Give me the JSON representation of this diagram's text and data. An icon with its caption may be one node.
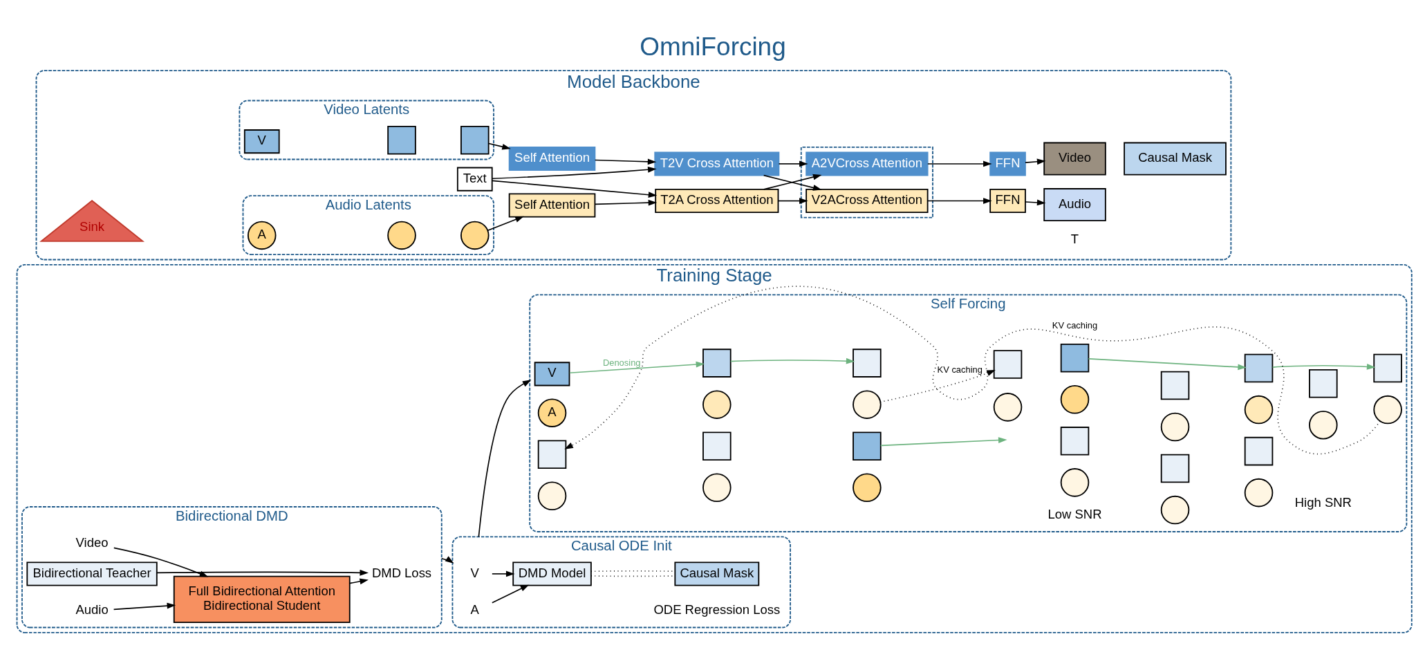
{
  "diagram": {
    "title": "OmniForcing",
    "nodes": [
      {
        "text": [
          "Model Backbone"
        ]
      },
      {
        "text": [
          "Video Latents"
        ],
        "in": 0
      },
      {
        "text": [
          "V"
        ],
        "in": 1
      },
      {
        "text": [],
        "shape": "box",
        "in": 1
      },
      {
        "text": [],
        "shape": "box",
        "in": 1
      },
      {
        "text": [
          "Text"
        ],
        "in": 0
      },
      {
        "text": [
          "Sink"
        ],
        "in": 0
      },
      {
        "text": [
          "Audio Latents"
        ],
        "in": 0
      },
      {
        "text": [
          "A"
        ],
        "in": 7
      },
      {
        "text": [],
        "shape": "circle",
        "in": 7
      },
      {
        "text": [],
        "shape": "circle",
        "in": 7
      },
      {
        "text": [
          "Self Attention"
        ],
        "in": 0
      },
      {
        "text": [
          "T2V Cross Attention"
        ],
        "in": 0
      },
      {
        "text": [
          "Self Attention"
        ],
        "in": 0
      },
      {
        "text": [
          "T2A Cross Attention"
        ],
        "in": 0
      },
      {
        "text": [],
        "shape": "box",
        "in": 0
      },
      {
        "text": [
          "A2VCross Attention"
        ],
        "in": 15
      },
      {
        "text": [
          "V2ACross Attention"
        ],
        "in": 15
      },
      {
        "text": [
          "FFN"
        ],
        "in": 0
      },
      {
        "text": [
          "FFN"
        ],
        "in": 0
      },
      {
        "text": [
          "Video"
        ],
        "in": 0
      },
      {
        "text": [
          "Audio"
        ],
        "in": 0
      },
      {
        "text": [
          "Causal Mask"
        ],
        "in": 0
      },
      {
        "text": [
          "Training Stage"
        ]
      },
      {
        "text": [
          "Bidirectional DMD"
        ],
        "in": 23
      },
      {
        "text": [
          "Video"
        ],
        "in": 24
      },
      {
        "text": [
          "Audio"
        ],
        "in": 24
      },
      {
        "text": [
          "Full Bidirectional Attention",
          "Bidirectional Student"
        ],
        "in": 24
      },
      {
        "text": [
          "Bidirectional Teacher"
        ],
        "in": 24
      },
      {
        "text": [
          "DMD Loss"
        ],
        "in": 24
      },
      {
        "text": [
          "Causal ODE Init"
        ],
        "in": 23
      },
      {
        "text": [
          "V"
        ],
        "in": 30
      },
      {
        "text": [
          "A"
        ],
        "in": 30
      },
      {
        "text": [
          "DMD Model"
        ],
        "in": 30
      },
      {
        "text": [
          "Causal Mask"
        ],
        "in": 30
      },
      {
        "text": [
          "ODE Regression Loss"
        ],
        "in": 30
      },
      {
        "text": [
          "Self Forcing"
        ],
        "in": 23
      },
      {
        "text": [
          "V"
        ],
        "in": 36
      },
      {
        "text": [
          "A"
        ],
        "in": 36
      },
      {
        "text": [],
        "shape": "box",
        "in": 36
      },
      {
        "text": [],
        "shape": "circle",
        "in": 36
      },
      {
        "text": [],
        "shape": "box",
        "in": 36
      },
      {
        "text": [],
        "shape": "circle",
        "in": 36
      },
      {
        "text": [],
        "shape": "box",
        "in": 36
      },
      {
        "text": [],
        "shape": "box",
        "in": 36
      },
      {
        "text": [],
        "shape": "circle",
        "in": 36
      },
      {
        "text": [],
        "shape": "circle",
        "in": 36
      },
      {
        "text": [],
        "shape": "box",
        "in": 36
      },
      {
        "text": [],
        "shape": "box",
        "in": 36
      },
      {
        "text": [],
        "shape": "circle",
        "in": 36
      },
      {
        "text": [],
        "shape": "circle",
        "in": 36
      },
      {
        "text": [],
        "shape": "box",
        "in": 36
      },
      {
        "text": [],
        "shape": "box",
        "in": 36
      },
      {
        "text": [],
        "shape": "circle",
        "in": 36
      },
      {
        "text": [],
        "shape": "circle",
        "in": 36
      },
      {
        "text": [],
        "shape": "box",
        "in": 36
      },
      {
        "text": [],
        "shape": "box",
        "in": 36
      },
      {
        "text": [],
        "shape": "box",
        "in": 36
      },
      {
        "text": [],
        "shape": "circle",
        "in": 36
      },
      {
        "text": [],
        "shape": "circle",
        "in": 36
      },
      {
        "text": [],
        "shape": "circle",
        "in": 36
      },
      {
        "text": [],
        "shape": "box",
        "in": 36
      },
      {
        "text": [],
        "shape": "box",
        "in": 36
      },
      {
        "text": [],
        "shape": "box",
        "in": 36
      },
      {
        "text": [],
        "shape": "circle",
        "in": 36
      },
      {
        "text": [],
        "shape": "circle",
        "in": 36
      },
      {
        "text": [],
        "shape": "circle",
        "in": 36
      }
    ],
    "edges": [
      {
        "from": 4,
        "to": 11,
        "arrow": "to"
      },
      {
        "from": 11,
        "to": 12,
        "arrow": "to"
      },
      {
        "from": 5,
        "to": 12,
        "arrow": "to"
      },
      {
        "from": 5,
        "to": 14,
        "arrow": "to"
      },
      {
        "from": 10,
        "to": 13,
        "arrow": "to"
      },
      {
        "from": 13,
        "to": 14,
        "arrow": "to"
      },
      {
        "from": 12,
        "to": 16,
        "arrow": "to"
      },
      {
        "from": 12,
        "to": 17,
        "arrow": "to"
      },
      {
        "from": 14,
        "to": 16,
        "arrow": "to"
      },
      {
        "from": 14,
        "to": 17,
        "arrow": "to"
      },
      {
        "from": 16,
        "to": 18,
        "arrow": "to"
      },
      {
        "from": 17,
        "to": 19,
        "arrow": "to"
      },
      {
        "from": 18,
        "to": 20,
        "arrow": "to"
      },
      {
        "from": 19,
        "to": 21,
        "arrow": "to"
      },
      {
        "from": 25,
        "to": 27,
        "arrow": "to"
      },
      {
        "from": 26,
        "to": 27,
        "arrow": "to"
      },
      {
        "from": 27,
        "to": 29,
        "arrow": "to"
      },
      {
        "from": 28,
        "to": 29,
        "arrow": "to"
      },
      {
        "from": 24,
        "to": 30,
        "arrow": "to"
      },
      {
        "from": 31,
        "to": 33,
        "arrow": "to"
      },
      {
        "from": 32,
        "to": 33,
        "arrow": "to"
      },
      {
        "from": 33,
        "to": 34,
        "arrow": "none",
        "style": "dashed"
      },
      {
        "from": 33,
        "to": 34,
        "arrow": "none",
        "style": "dashed"
      },
      {
        "from": 30,
        "to": 36,
        "arrow": "to"
      },
      {
        "from": 37,
        "to": 39,
        "arrow": "to",
        "label": "Denosing",
        "color": "#6db37f"
      },
      {
        "from": 39,
        "to": 41,
        "arrow": "to",
        "color": "#6db37f"
      },
      {
        "from": 42,
        "to": 43,
        "arrow": "to",
        "style": "dashed",
        "label": "KV caching"
      },
      {
        "from": 44,
        "to": 48,
        "arrow": "to",
        "color": "#6db37f"
      },
      {
        "from": 48,
        "to": 52,
        "arrow": "to",
        "color": "#6db37f"
      },
      {
        "from": 54,
        "to": 55,
        "arrow": "to",
        "style": "dashed",
        "label": "KV caching"
      },
      {
        "from": 57,
        "to": null,
        "arrow": "to",
        "color": "#6db37f"
      }
    ],
    "labels": [
      "T",
      "Low SNR",
      "High SNR"
    ]
  }
}
